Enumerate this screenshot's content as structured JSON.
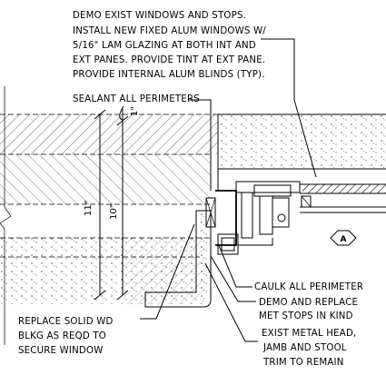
{
  "notes": {
    "demo_windows": [
      "DEMO EXIST WINDOWS AND STOPS.",
      "INSTALL NEW FIXED ALUM WINDOWS W/",
      "5/16\" LAM GLAZING AT BOTH INT AND",
      "EXT PANES. PROVIDE TINT AT EXT PANE.",
      "PROVIDE INTERNAL ALUM BLINDS (TYP)."
    ],
    "sealant": "SEALANT ALL PERIMETERS",
    "caulk": "CAULK ALL PERIMETER",
    "demo_replace": [
      "DEMO AND REPLACE",
      "MET STOPS IN KIND"
    ],
    "exist_metal": [
      "EXIST METAL HEAD,",
      "JAMB AND STOOL",
      "TRIM TO REMAIN"
    ],
    "replace_blkg": [
      "REPLACE SOLID WD",
      "BLKG AS REQD TO",
      "SECURE WINDOW"
    ]
  },
  "dimensions": {
    "overall": "11\"",
    "inner": "10\"",
    "top": "1\""
  },
  "tags": {
    "detail_marker": "A"
  }
}
